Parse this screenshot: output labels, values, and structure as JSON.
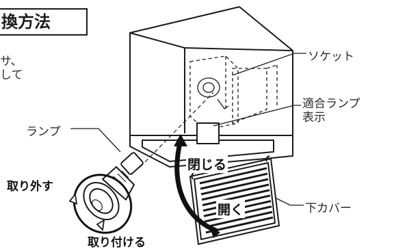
{
  "heading": {
    "title": "換方法"
  },
  "intro": {
    "line1": "サ、",
    "line2": "して"
  },
  "callouts": {
    "socket": "ソケット",
    "compatible_lamp_line1": "適合ランプ",
    "compatible_lamp_line2": "表示",
    "lamp": "ランプ",
    "lower_cover": "下カバー"
  },
  "actions": {
    "remove": "取り外す",
    "attach": "取り付ける",
    "close": "閉じる",
    "open": "開く"
  },
  "colors": {
    "line": "#1a1a1a",
    "text": "#2a2a2a",
    "background": "#ffffff"
  }
}
